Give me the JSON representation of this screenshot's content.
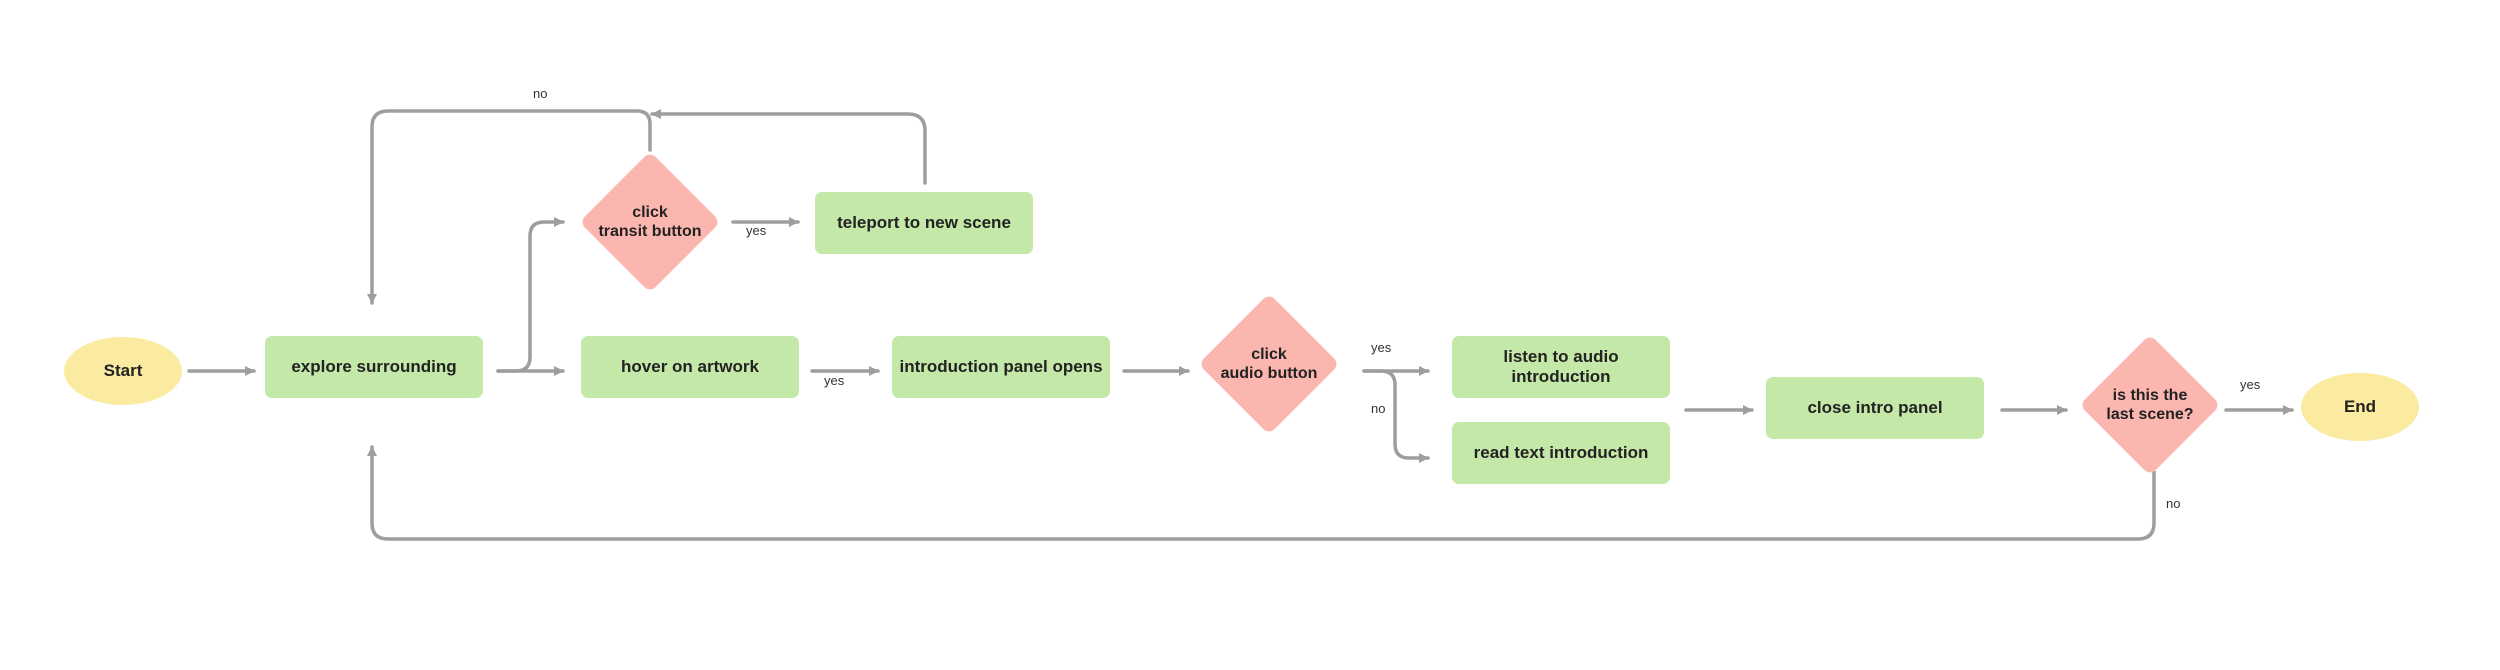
{
  "nodes": {
    "start": "Start",
    "explore": "explore surrounding",
    "transit_decision": "click\ntransit button",
    "teleport": "teleport to new scene",
    "hover": "hover on artwork",
    "intro_panel": "introduction panel opens",
    "audio_decision": "click\naudio button",
    "listen": "listen to audio introduction",
    "read": "read text introduction",
    "close": "close intro panel",
    "last_decision": "is this the\nlast scene?",
    "end": "End"
  },
  "edge_labels": {
    "transit_no": "no",
    "transit_yes": "yes",
    "hover_yes": "yes",
    "audio_yes": "yes",
    "audio_no": "no",
    "last_yes": "yes",
    "last_no": "no"
  },
  "colors": {
    "process": "#c4e8a8",
    "decision": "#fcb6b0",
    "terminal": "#fbeba1",
    "arrow": "#9e9e9e"
  }
}
